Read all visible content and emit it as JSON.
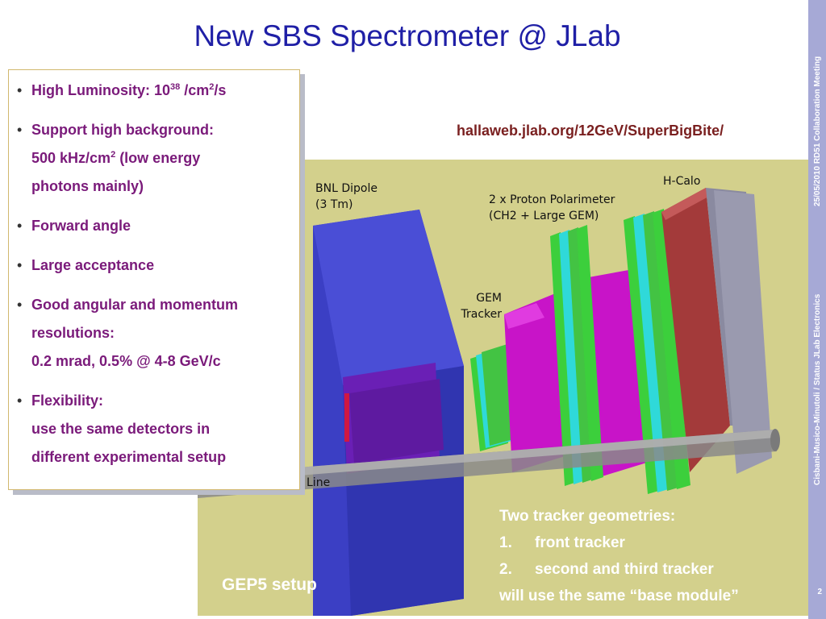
{
  "slide": {
    "title": "New SBS Spectrometer @ JLab",
    "url": "hallaweb.jlab.org/12GeV/SuperBigBite/",
    "page_number": "2",
    "sidebar": {
      "date_meeting": "25/05/2010 RD51 Collaboration Meeting",
      "authors": "Cisbani-Musico-Minutoli / Status JLab Electronics"
    }
  },
  "bullets": [
    {
      "text_pre": "High Luminosity: 10",
      "sup1": "38",
      "text_mid": " /cm",
      "sup2": "2",
      "text_post": "/s"
    },
    {
      "line1_pre": "Support high background:",
      "line2_pre": "500 kHz/cm",
      "sup": "2",
      "line2_post": " (low energy",
      "line3": "photons mainly)"
    },
    {
      "text": "Forward angle"
    },
    {
      "text": "Large acceptance"
    },
    {
      "line1": "Good angular and momentum",
      "line2": "resolutions:",
      "line3": "0.2 mrad, 0.5% @ 4-8 GeV/c"
    },
    {
      "line1": "Flexibility:",
      "line2": "use the same detectors in",
      "line3": "different experimental setup"
    }
  ],
  "figure": {
    "labels": {
      "dipole": [
        "BNL Dipole",
        "(3 Tm)"
      ],
      "polarimeter": [
        "2 x Proton Polarimeter",
        "(CH2 + Large GEM)"
      ],
      "hcalo": "H-Calo",
      "gem": [
        "GEM",
        "Tracker"
      ],
      "beamline": "Line"
    },
    "setup_label": "GEP5 setup",
    "geometries": {
      "heading": "Two tracker geometries:",
      "items": [
        {
          "num": "1.",
          "text": "front tracker"
        },
        {
          "num": "2.",
          "text": "second and third tracker"
        }
      ],
      "footer": "will use the same “base module”"
    }
  },
  "colors": {
    "title": "#1f1fa6",
    "bullet_text": "#7a1a7a",
    "url": "#7a2020",
    "scene_bg": "#d3d08c",
    "sidebar": "#a6a9d6"
  }
}
